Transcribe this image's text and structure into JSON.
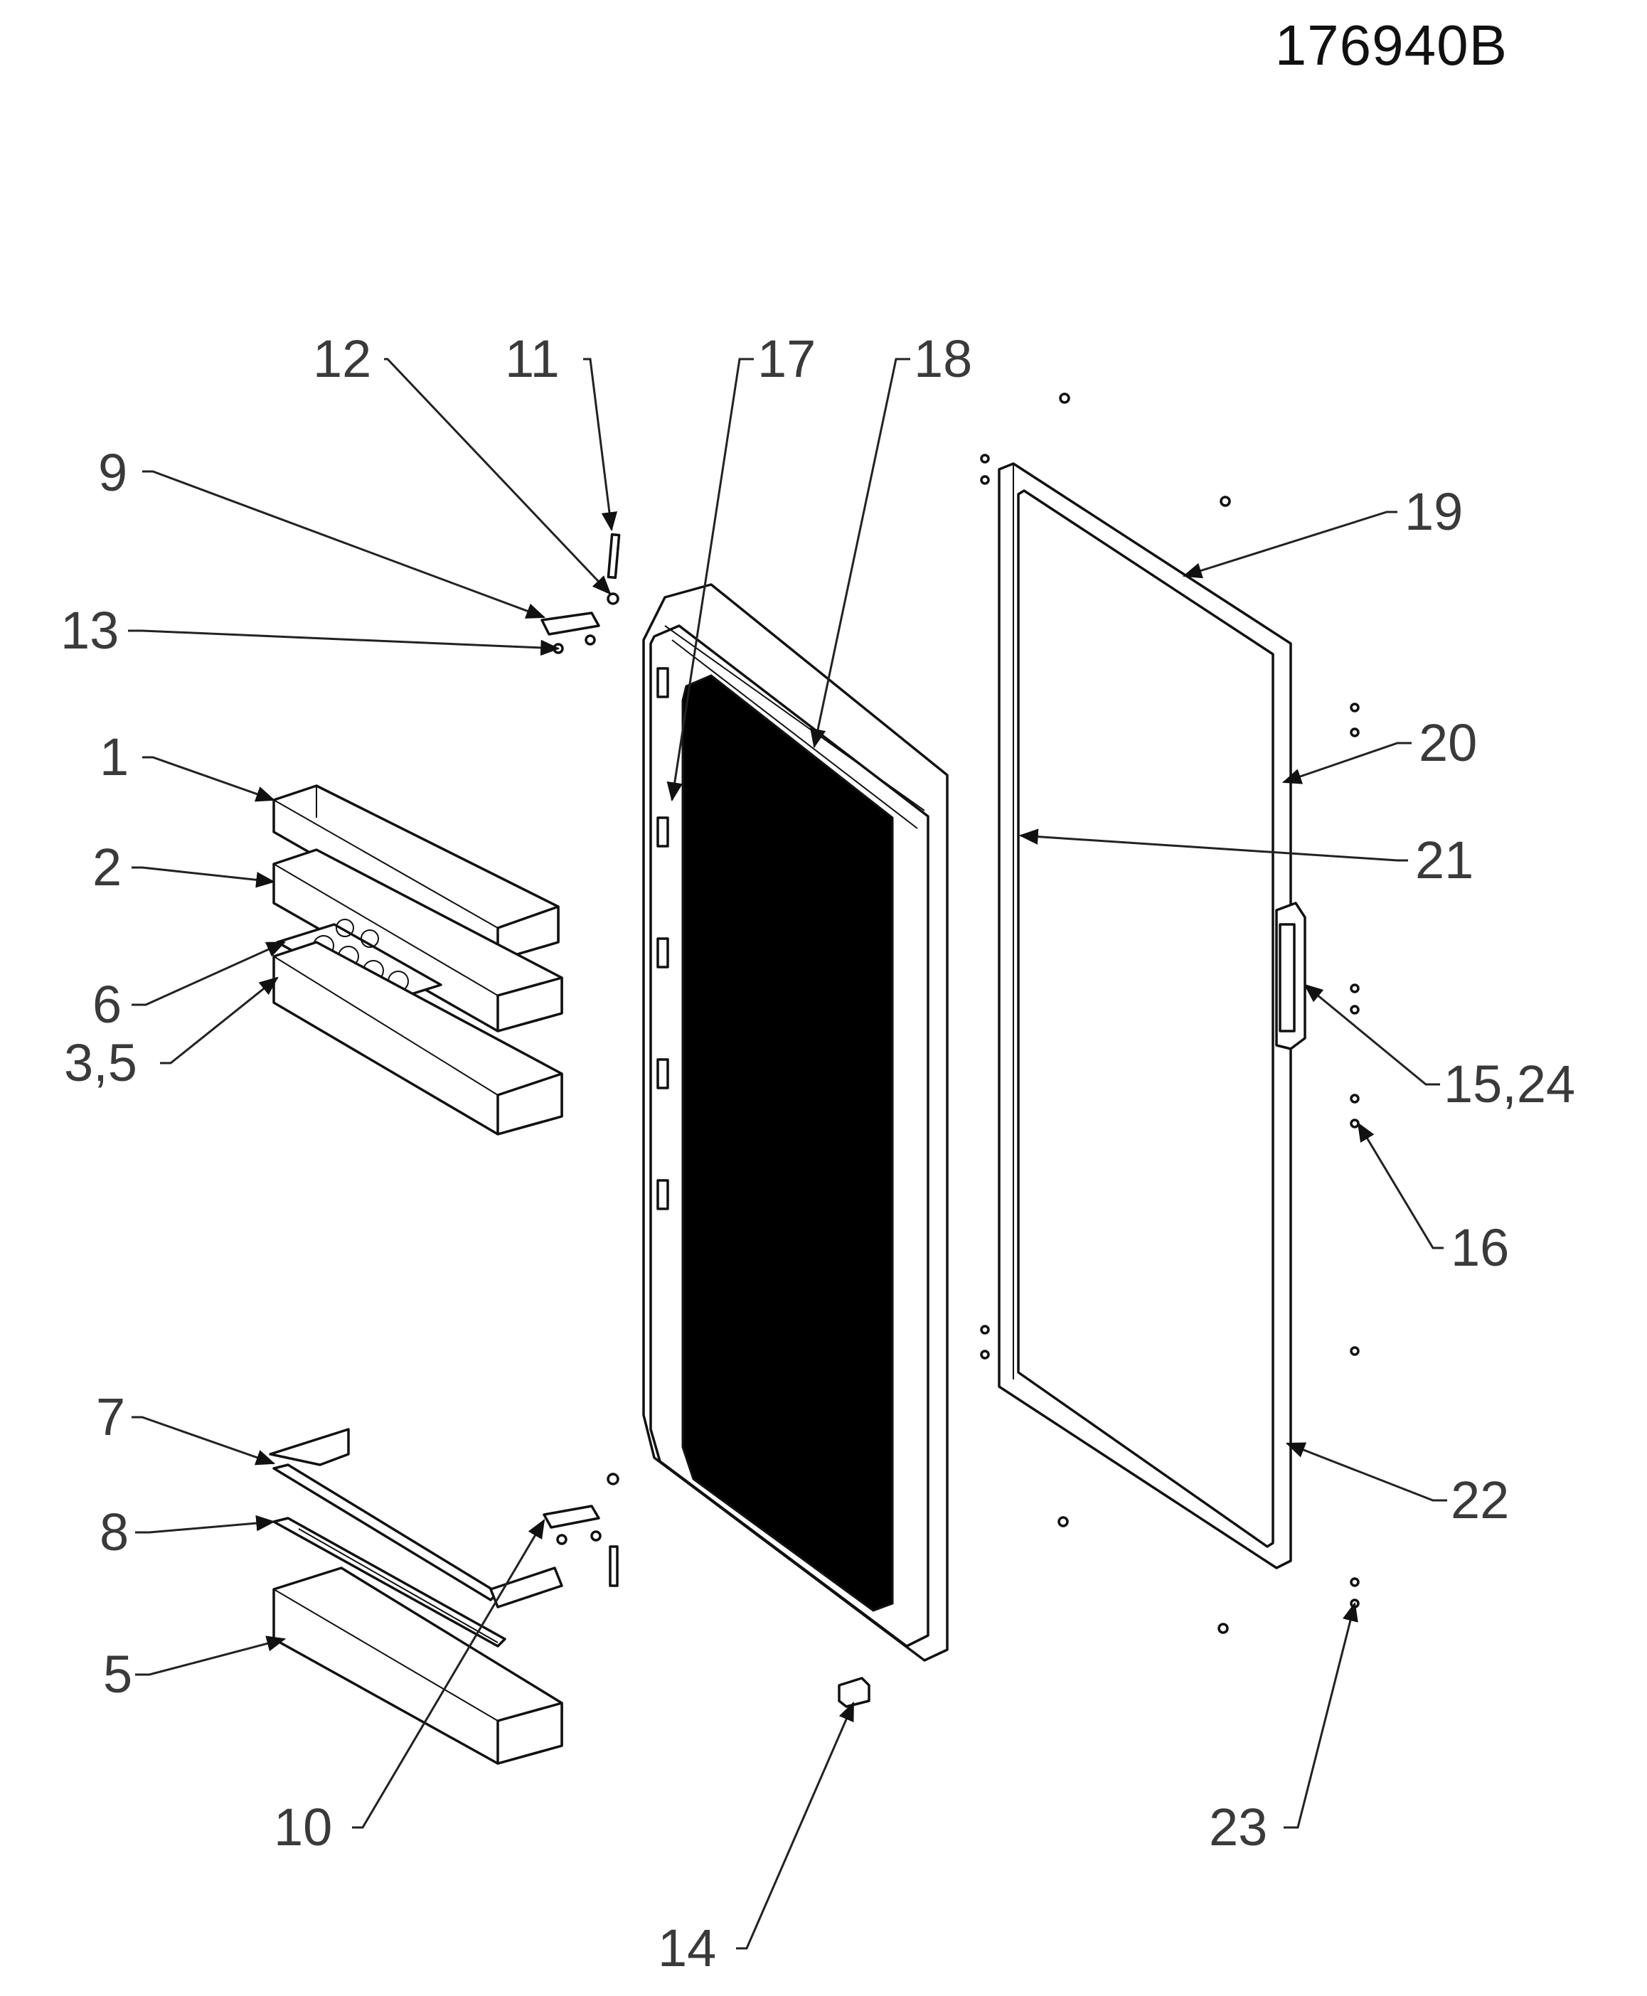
{
  "drawing_number": "176940B",
  "callouts": [
    "1",
    "2",
    "3,5",
    "5",
    "6",
    "7",
    "8",
    "9",
    "10",
    "11",
    "12",
    "13",
    "14",
    "15,24",
    "16",
    "17",
    "18",
    "19",
    "20",
    "21",
    "22",
    "23"
  ]
}
